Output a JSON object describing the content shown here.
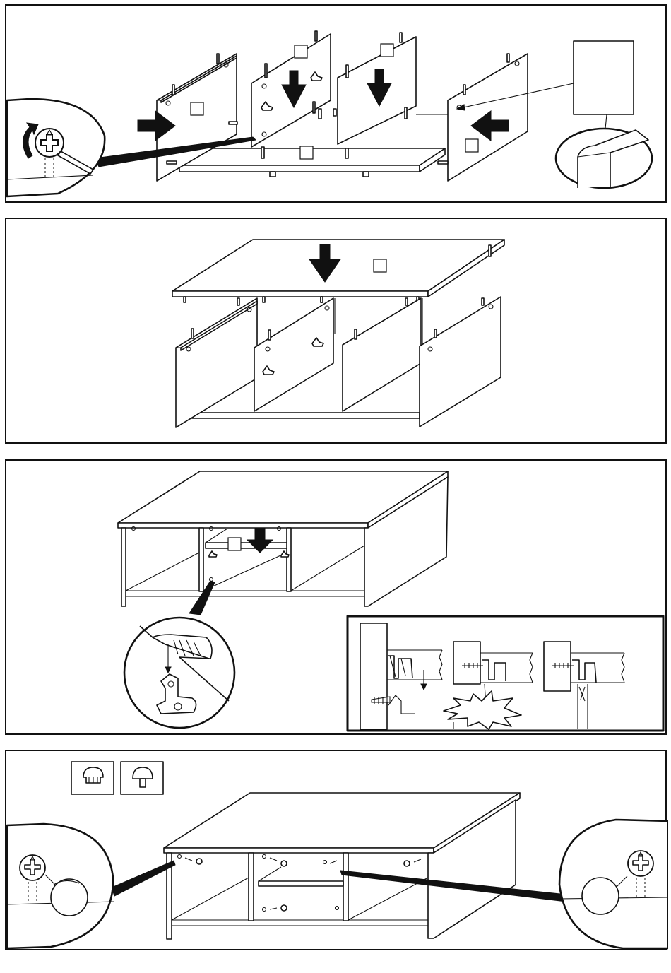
{
  "title": "",
  "steps": [
    {
      "id": 1,
      "name": "attach-side-and-divider-panels-to-base"
    },
    {
      "id": 2,
      "name": "lower-top-panel-onto-frame"
    },
    {
      "id": 3,
      "name": "insert-shelf-on-clip-supports"
    },
    {
      "id": 4,
      "name": "fit-cover-caps-over-cam-locks"
    }
  ],
  "part_labels": [
    "",
    "",
    "",
    "",
    "",
    "",
    "",
    "",
    ""
  ],
  "icons": {
    "rotate": "rotate-cw-icon",
    "cam": "cam-lock-icon",
    "arrow": "push-arrow-icon",
    "cap": "cover-cap-icon",
    "plug": "plug-icon"
  },
  "colors": {
    "line": "#111111",
    "background": "#ffffff"
  }
}
